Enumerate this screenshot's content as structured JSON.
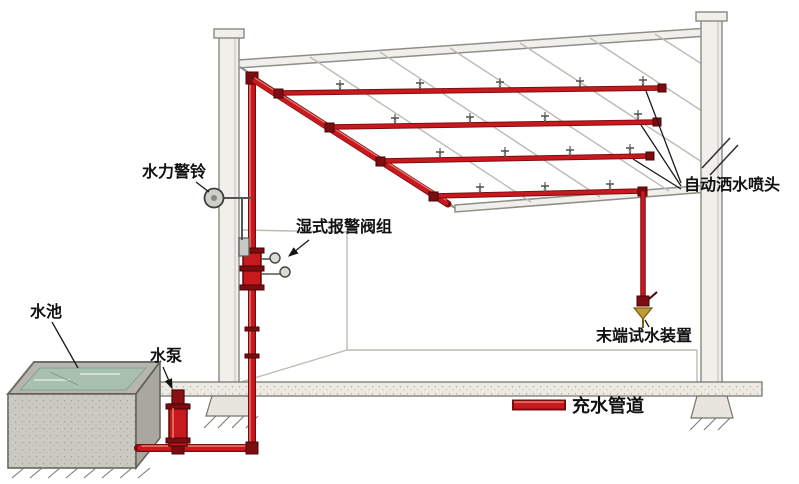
{
  "labels": {
    "hydraulic_alarm_bell": "水力警铃",
    "wet_alarm_valve_group": "湿式报警阀组",
    "automatic_sprinkler_heads": "自动洒水喷头",
    "end_test_device": "末端试水装置",
    "water_pool": "水池",
    "water_pump": "水泵",
    "legend_charged_pipe": "充水管道"
  },
  "colors": {
    "pipe_red": "#c8191e",
    "pipe_dark": "#7c0c10",
    "pipe_highlight": "#f58f7f",
    "structure_fill": "#f0efeb",
    "structure_line": "#8f8f88",
    "water": "#a9c0b1",
    "brass": "#c09a35",
    "text": "#111111",
    "background": "#ffffff"
  }
}
